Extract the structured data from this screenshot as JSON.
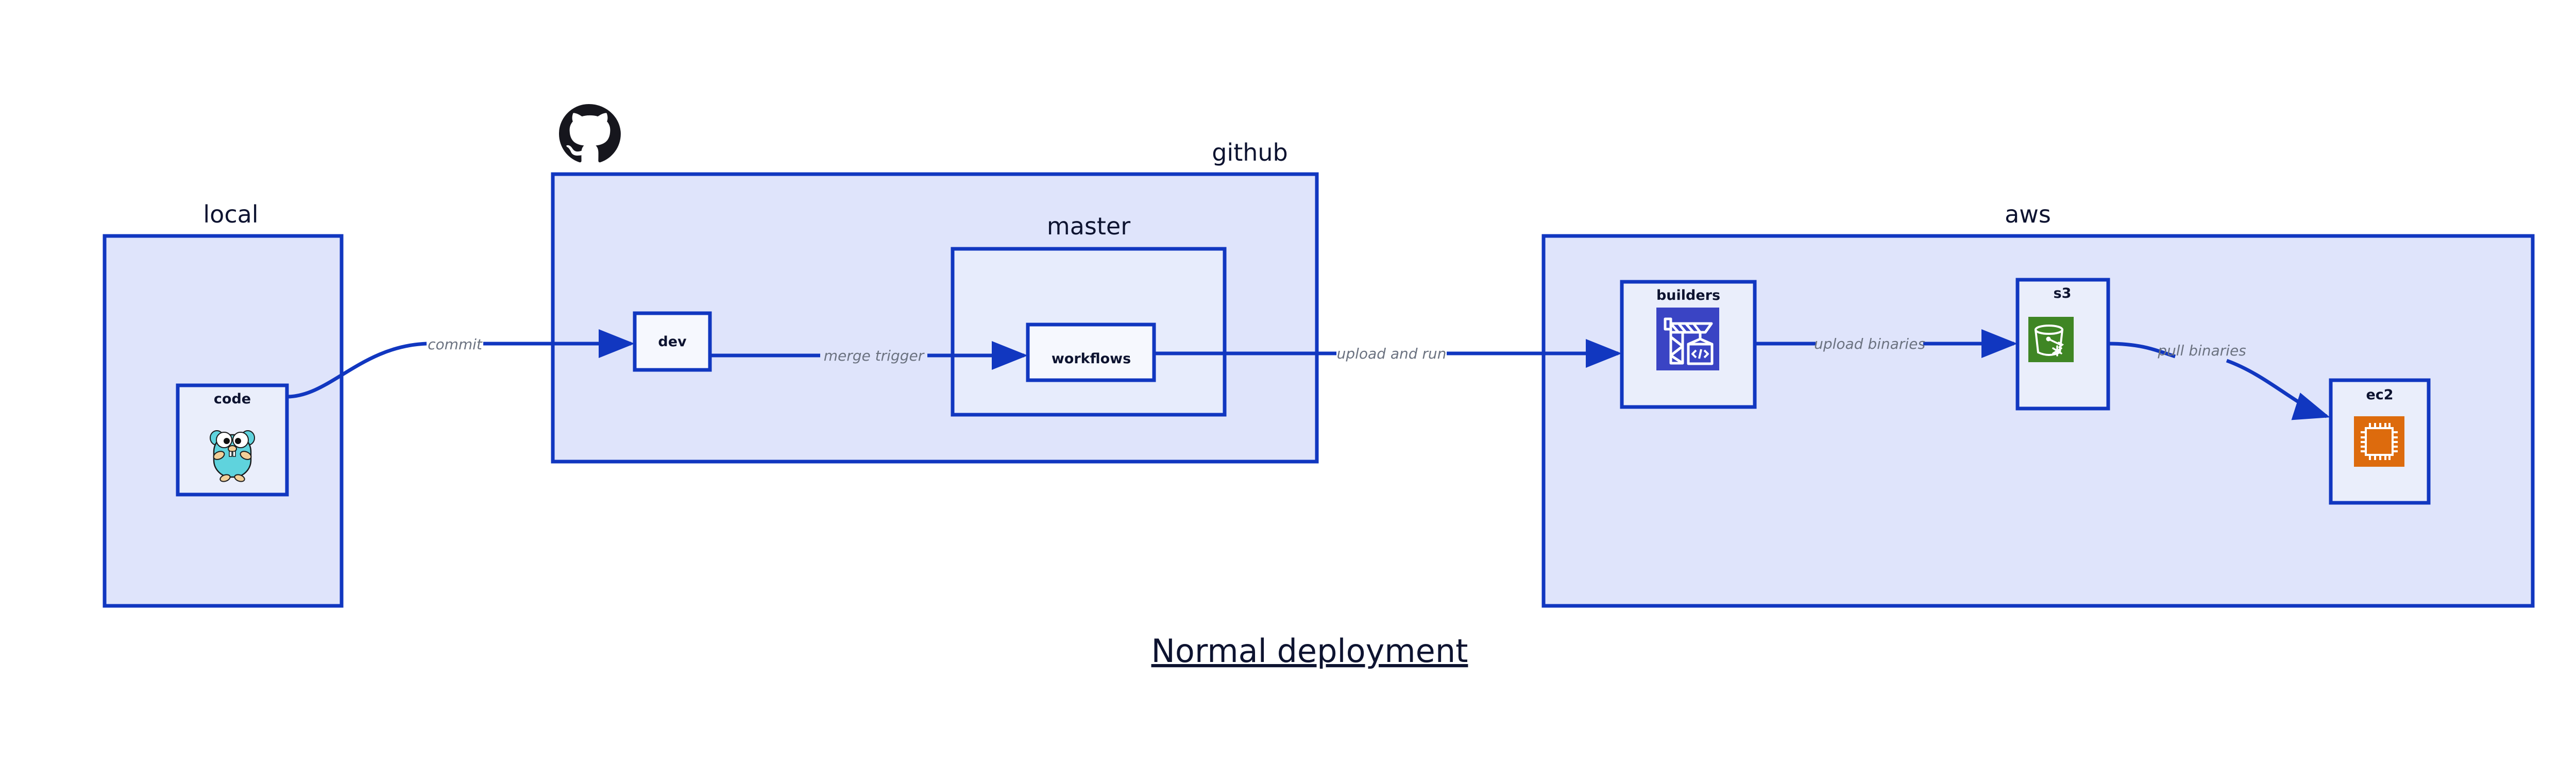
{
  "diagram": {
    "title": "Normal deployment",
    "groups": [
      {
        "id": "local",
        "label": "local"
      },
      {
        "id": "github",
        "label": "github"
      },
      {
        "id": "aws",
        "label": "aws"
      }
    ],
    "subgroups": [
      {
        "id": "master",
        "label": "master",
        "parent": "github"
      }
    ],
    "nodes": [
      {
        "id": "code",
        "label": "code",
        "group": "local",
        "icon": "go-gopher-icon"
      },
      {
        "id": "dev",
        "label": "dev",
        "group": "github",
        "icon": "none"
      },
      {
        "id": "workflows",
        "label": "workflows",
        "group": "master",
        "icon": "none"
      },
      {
        "id": "builders",
        "label": "builders",
        "group": "aws",
        "icon": "aws-codebuild-icon"
      },
      {
        "id": "s3",
        "label": "s3",
        "group": "aws",
        "icon": "aws-s3-bucket-icon"
      },
      {
        "id": "ec2",
        "label": "ec2",
        "group": "aws",
        "icon": "aws-ec2-chip-icon"
      }
    ],
    "edges": [
      {
        "id": "commit",
        "from": "code",
        "to": "dev",
        "label": "commit"
      },
      {
        "id": "merge-trigger",
        "from": "dev",
        "to": "workflows",
        "label": "merge trigger"
      },
      {
        "id": "upload-and-run",
        "from": "workflows",
        "to": "builders",
        "label": "upload and run"
      },
      {
        "id": "upload-binaries",
        "from": "builders",
        "to": "s3",
        "label": "upload binaries"
      },
      {
        "id": "pull-binaries",
        "from": "s3",
        "to": "ec2",
        "label": "pull binaries"
      }
    ],
    "brand_icons": [
      {
        "id": "github-octocat",
        "name": "github-logo-icon"
      }
    ],
    "colors": {
      "background": "#ffffff",
      "group_fill": "#dfe4fb",
      "subgroup_fill": "#e7ecfc",
      "node_fill": "#eaeefb",
      "stroke": "#1137c0",
      "label_text": "#0d1330",
      "edge_label_text": "#6b7280",
      "github_logo": "#16161d",
      "codebuild_icon": "#3a44c4",
      "s3_icon": "#3f8624",
      "ec2_icon": "#dd6b0d",
      "gopher_body": "#5fd3dd"
    }
  }
}
